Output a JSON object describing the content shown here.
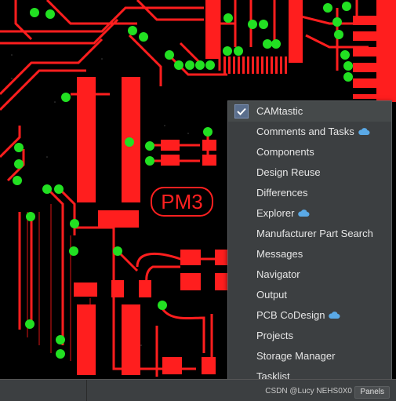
{
  "pcb": {
    "silkscreen_label": "PM3",
    "colors": {
      "background": "#000000",
      "copper": "#ff1e1e",
      "via": "#22e022",
      "silkscreen": "#ff2020"
    }
  },
  "menu": {
    "items": [
      {
        "label": "CAMtastic",
        "checked": true,
        "cloud": false
      },
      {
        "label": "Comments and Tasks",
        "checked": false,
        "cloud": true
      },
      {
        "label": "Components",
        "checked": false,
        "cloud": false
      },
      {
        "label": "Design Reuse",
        "checked": false,
        "cloud": false
      },
      {
        "label": "Differences",
        "checked": false,
        "cloud": false
      },
      {
        "label": "Explorer",
        "checked": false,
        "cloud": true
      },
      {
        "label": "Manufacturer Part Search",
        "checked": false,
        "cloud": false
      },
      {
        "label": "Messages",
        "checked": false,
        "cloud": false
      },
      {
        "label": "Navigator",
        "checked": false,
        "cloud": false
      },
      {
        "label": "Output",
        "checked": false,
        "cloud": false
      },
      {
        "label": "PCB CoDesign",
        "checked": false,
        "cloud": true
      },
      {
        "label": "Projects",
        "checked": false,
        "cloud": false
      },
      {
        "label": "Storage Manager",
        "checked": false,
        "cloud": false
      },
      {
        "label": "Tasklist",
        "checked": false,
        "cloud": false
      }
    ],
    "icons": {
      "check": "checkmark-icon",
      "cloud": "cloud-icon"
    },
    "cloud_color": "#5aa9e6"
  },
  "statusbar": {
    "panels_label": "Panels",
    "watermark": "CSDN @Lucy NEHS0X0"
  }
}
